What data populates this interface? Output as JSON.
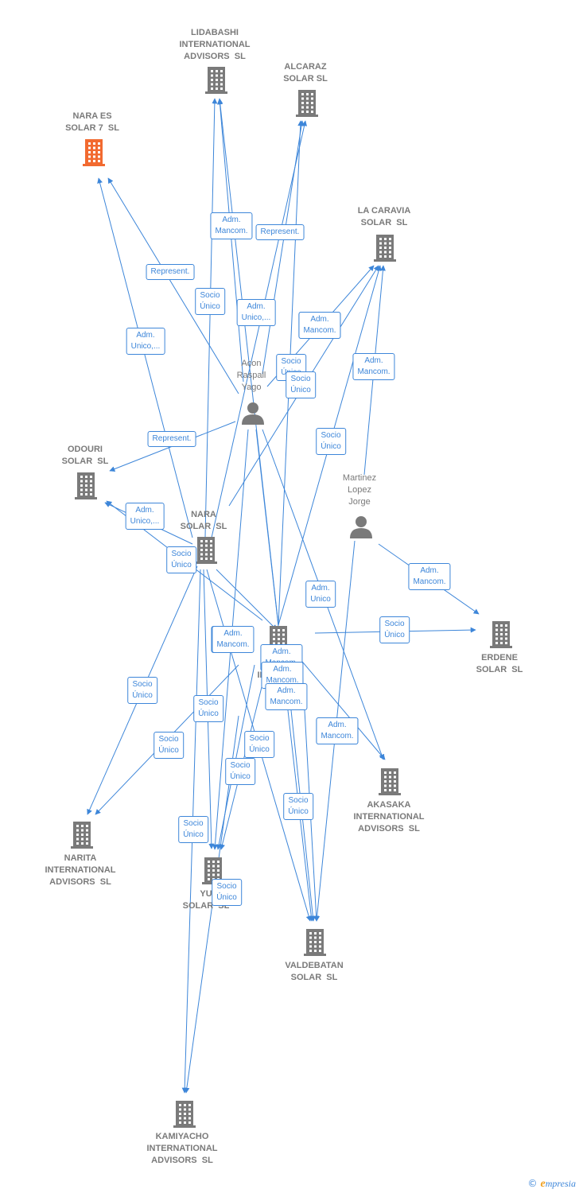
{
  "colors": {
    "edge": "#3d86d9",
    "node_gray": "#7a7a7a",
    "node_highlight": "#f26a30",
    "person": "#7a7a7a"
  },
  "nodes": [
    {
      "id": "lidabashi",
      "type": "company",
      "label": "LIDABASHI\nINTERNATIONAL\nADVISORS  SL",
      "icon": "building-icon"
    },
    {
      "id": "alcaraz",
      "type": "company",
      "label": "ALCARAZ\nSOLAR SL",
      "icon": "building-icon"
    },
    {
      "id": "nara_es",
      "type": "company",
      "label": "NARA ES\nSOLAR 7  SL",
      "icon": "building-icon",
      "highlight": true
    },
    {
      "id": "la_caravia",
      "type": "company",
      "label": "LA CARAVIA\nSOLAR  SL",
      "icon": "building-icon"
    },
    {
      "id": "acon",
      "type": "person",
      "label": "Acon\nRaspall\nYago",
      "icon": "person-icon"
    },
    {
      "id": "odouri",
      "type": "company",
      "label": "ODOURI\nSOLAR  SL",
      "icon": "building-icon"
    },
    {
      "id": "martinez",
      "type": "person",
      "label": "Martinez\nLopez\nJorge",
      "icon": "person-icon"
    },
    {
      "id": "nara_solar",
      "type": "company",
      "label": "NARA\nSOLAR  SL",
      "icon": "building-icon"
    },
    {
      "id": "erdene",
      "type": "company",
      "label": "ERDENE\nSOLAR  SL",
      "icon": "building-icon"
    },
    {
      "id": "unk",
      "type": "company",
      "label": "U\nINTE",
      "icon": "building-icon"
    },
    {
      "id": "akasaka",
      "type": "company",
      "label": "AKASAKA\nINTERNATIONAL\nADVISORS  SL",
      "icon": "building-icon"
    },
    {
      "id": "narita",
      "type": "company",
      "label": "NARITA\nINTERNATIONAL\nADVISORS  SL",
      "icon": "building-icon"
    },
    {
      "id": "yu",
      "type": "company",
      "label": "YU\nSOLAR  SL",
      "icon": "building-icon"
    },
    {
      "id": "valdebatan",
      "type": "company",
      "label": "VALDEBATAN\nSOLAR  SL",
      "icon": "building-icon"
    },
    {
      "id": "kamiyacho",
      "type": "company",
      "label": "KAMIYACHO\nINTERNATIONAL\nADVISORS  SL",
      "icon": "building-icon"
    }
  ],
  "edges": [
    {
      "from": "acon",
      "to": "nara_es",
      "label": "Represent."
    },
    {
      "from": "acon",
      "to": "lidabashi",
      "label": "Adm.\nMancom."
    },
    {
      "from": "acon",
      "to": "alcaraz",
      "label": "Represent."
    },
    {
      "from": "acon",
      "to": "la_caravia",
      "label": "Adm.\nMancom."
    },
    {
      "from": "acon",
      "to": "odouri",
      "label": "Represent."
    },
    {
      "from": "acon",
      "to": "valdebatan",
      "label": "Adm.\nMancom."
    },
    {
      "from": "acon",
      "to": "akasaka",
      "label": "Adm.\nMancom."
    },
    {
      "from": "acon",
      "to": "yu",
      "label": "Adm.\nMancom."
    },
    {
      "from": "nara_solar",
      "to": "nara_es",
      "label": "Adm.\nUnico,..."
    },
    {
      "from": "nara_solar",
      "to": "lidabashi",
      "label": "Socio\nÚnico"
    },
    {
      "from": "nara_solar",
      "to": "alcaraz",
      "label": "Adm.\nUnico,..."
    },
    {
      "from": "nara_solar",
      "to": "la_caravia",
      "label": "Adm.\nMancom."
    },
    {
      "from": "nara_solar",
      "to": "odouri",
      "label": "Adm.\nUnico,..."
    },
    {
      "from": "nara_solar",
      "to": "narita",
      "label": "Socio\nÚnico"
    },
    {
      "from": "nara_solar",
      "to": "yu",
      "label": "Socio\nÚnico"
    },
    {
      "from": "nara_solar",
      "to": "kamiyacho",
      "label": "Socio\nÚnico"
    },
    {
      "from": "nara_solar",
      "to": "valdebatan",
      "label": "Socio\nÚnico"
    },
    {
      "from": "nara_solar",
      "to": "unk",
      "label": "Socio\nÚnico"
    },
    {
      "from": "martinez",
      "to": "la_caravia",
      "label": "Adm.\nMancom."
    },
    {
      "from": "martinez",
      "to": "erdene",
      "label": "Adm.\nMancom."
    },
    {
      "from": "martinez",
      "to": "valdebatan",
      "label": "Adm.\nUnico"
    },
    {
      "from": "unk",
      "to": "erdene",
      "label": "Socio\nÚnico"
    },
    {
      "from": "unk",
      "to": "la_caravia",
      "label": "Socio\nÚnico"
    },
    {
      "from": "unk",
      "to": "alcaraz",
      "label": "Socio\nÚnico"
    },
    {
      "from": "unk",
      "to": "lidabashi",
      "label": "Socio\nÚnico"
    },
    {
      "from": "unk",
      "to": "akasaka",
      "label": "Adm.\nMancom."
    },
    {
      "from": "unk",
      "to": "narita",
      "label": "Socio\nÚnico"
    },
    {
      "from": "unk",
      "to": "yu",
      "label": "Socio\nÚnico"
    },
    {
      "from": "unk",
      "to": "kamiyacho",
      "label": "Socio\nÚnico"
    },
    {
      "from": "unk",
      "to": "valdebatan",
      "label": "Socio\nÚnico"
    },
    {
      "from": "unk",
      "to": "odouri",
      "label": "Adm.\nMancom."
    },
    {
      "from": "unk",
      "to": "yu",
      "label": "Adm.\nMancom."
    },
    {
      "from": "unk",
      "to": "valdebatan",
      "label": "Adm.\nMancom."
    }
  ],
  "watermark": {
    "copyright": "©",
    "brand_initial": "e",
    "brand_rest": "mpresia"
  }
}
